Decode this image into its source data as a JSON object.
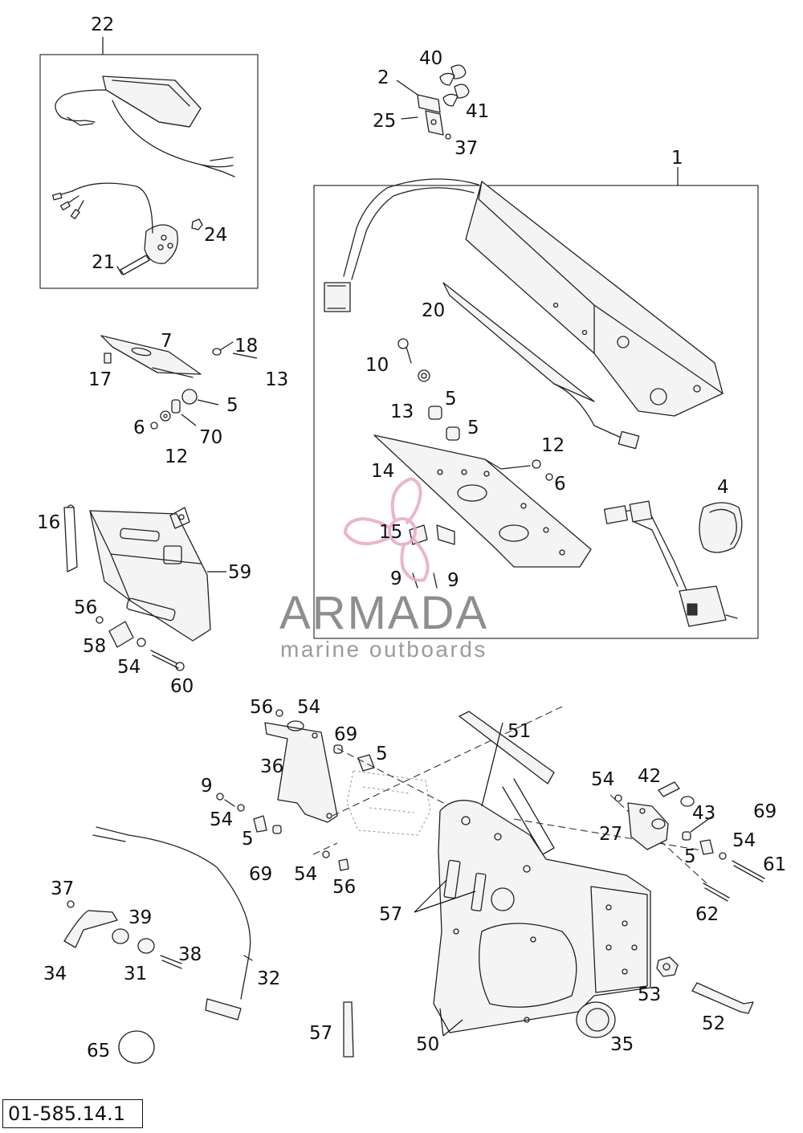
{
  "diagram": {
    "reference_code": "01-585.14.1",
    "watermark": {
      "brand": "ARMADA",
      "tagline": "marine outboards",
      "logo_color": "#e8a9c6"
    },
    "callouts": {
      "c22": "22",
      "c40": "40",
      "c2": "2",
      "c41": "41",
      "c25": "25",
      "c37a": "37",
      "c1": "1",
      "c24": "24",
      "c21": "21",
      "c20": "20",
      "c7": "7",
      "c18": "18",
      "c17": "17",
      "c13a": "13",
      "c5a": "5",
      "c6a": "6",
      "c70": "70",
      "c12a": "12",
      "c10": "10",
      "c13b": "13",
      "c5b": "5",
      "c5c": "5",
      "c12b": "12",
      "c14": "14",
      "c6b": "6",
      "c4": "4",
      "c16": "16",
      "c15": "15",
      "c59": "59",
      "c9a": "9",
      "c9b": "9",
      "c56a": "56",
      "c58": "58",
      "c54a": "54",
      "c60": "60",
      "c56b": "56",
      "c54b": "54",
      "c69a": "69",
      "c5d": "5",
      "c51": "51",
      "c36": "36",
      "c54c": "54",
      "c42": "42",
      "c9c": "9",
      "c43": "43",
      "c69b": "69",
      "c54d": "54",
      "c27": "27",
      "c5e": "5",
      "c69c": "69",
      "c54e": "54",
      "c56c": "56",
      "c5f": "5",
      "c54f": "54",
      "c61": "61",
      "c37b": "37",
      "c39": "39",
      "c57a": "57",
      "c62": "62",
      "c34": "34",
      "c31": "31",
      "c38": "38",
      "c32": "32",
      "c53": "53",
      "c65": "65",
      "c57b": "57",
      "c50": "50",
      "c35": "35",
      "c52": "52"
    }
  }
}
